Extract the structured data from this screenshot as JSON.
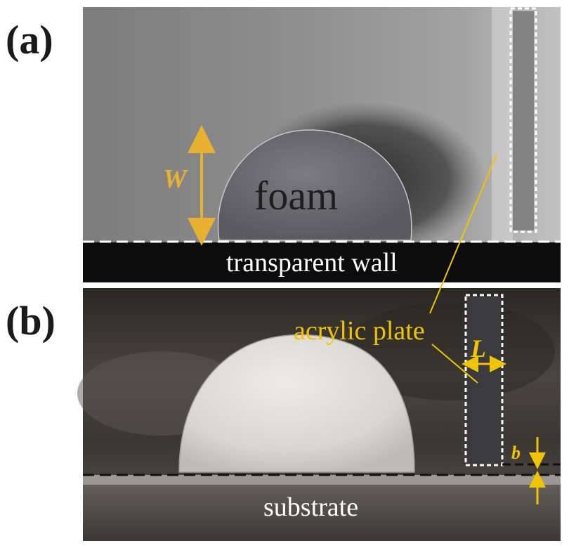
{
  "panels": {
    "a": {
      "label": "(a)",
      "foam_text": "foam",
      "wall_text": "transparent wall",
      "width_symbol": "W"
    },
    "b": {
      "label": "(b)",
      "plate_text": "acrylic plate",
      "length_symbol": "L",
      "gap_symbol": "b",
      "substrate_text": "substrate"
    }
  },
  "colors": {
    "annotation": "#f0c400",
    "arrow": "#e8b230",
    "dashed_guides": "#ffffff"
  }
}
